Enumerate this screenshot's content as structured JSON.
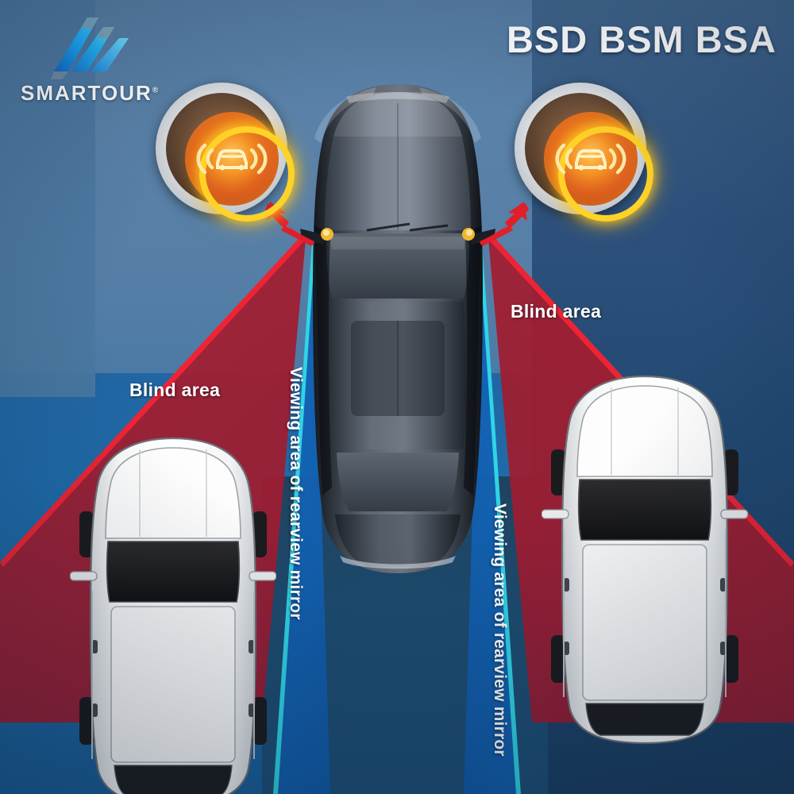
{
  "title": "BSD BSM BSA",
  "brand": {
    "name": "SMARTOUR",
    "trademark": "®",
    "logo_icon": "smartour-chevron-bars-logo",
    "color": "#1e9ef0"
  },
  "indicators": {
    "left": {
      "icon": "blind-spot-warning-icon",
      "label": "Blind spot warning indicator (left mirror)",
      "ring_color": "#ffd227",
      "glow_color": "#f59224"
    },
    "right": {
      "icon": "blind-spot-warning-icon",
      "label": "Blind spot warning indicator (right mirror)",
      "ring_color": "#ffd227",
      "glow_color": "#f59224"
    }
  },
  "arrows": {
    "left": {
      "icon": "arrow-up-left-icon",
      "color": "#e01f2a"
    },
    "right": {
      "icon": "arrow-up-right-icon",
      "color": "#e01f2a"
    }
  },
  "zones": {
    "blind_left": {
      "label": "Blind area",
      "color": "#9b1c34",
      "edge_color": "#ee2435"
    },
    "blind_right": {
      "label": "Blind area",
      "color": "#9b1c34",
      "edge_color": "#ee2435"
    },
    "view_left": {
      "label": "Viewing area of rearview mirror",
      "color": "#1469be",
      "edge_color": "#2fd4e6"
    },
    "view_right": {
      "label": "Viewing area of rearview mirror",
      "color": "#1469be",
      "edge_color": "#2fd4e6"
    }
  },
  "vehicles": {
    "ego": {
      "name": "ego-vehicle-top-view",
      "color": "#3a4450"
    },
    "left_neighbor": {
      "name": "neighbor-vehicle-left-top-view",
      "color": "#ffffff"
    },
    "right_neighbor": {
      "name": "neighbor-vehicle-right-top-view",
      "color": "#ffffff"
    }
  },
  "background": {
    "top_color": "#577da4",
    "bottom_color": "#2166a3",
    "right_color": "#234a73"
  }
}
